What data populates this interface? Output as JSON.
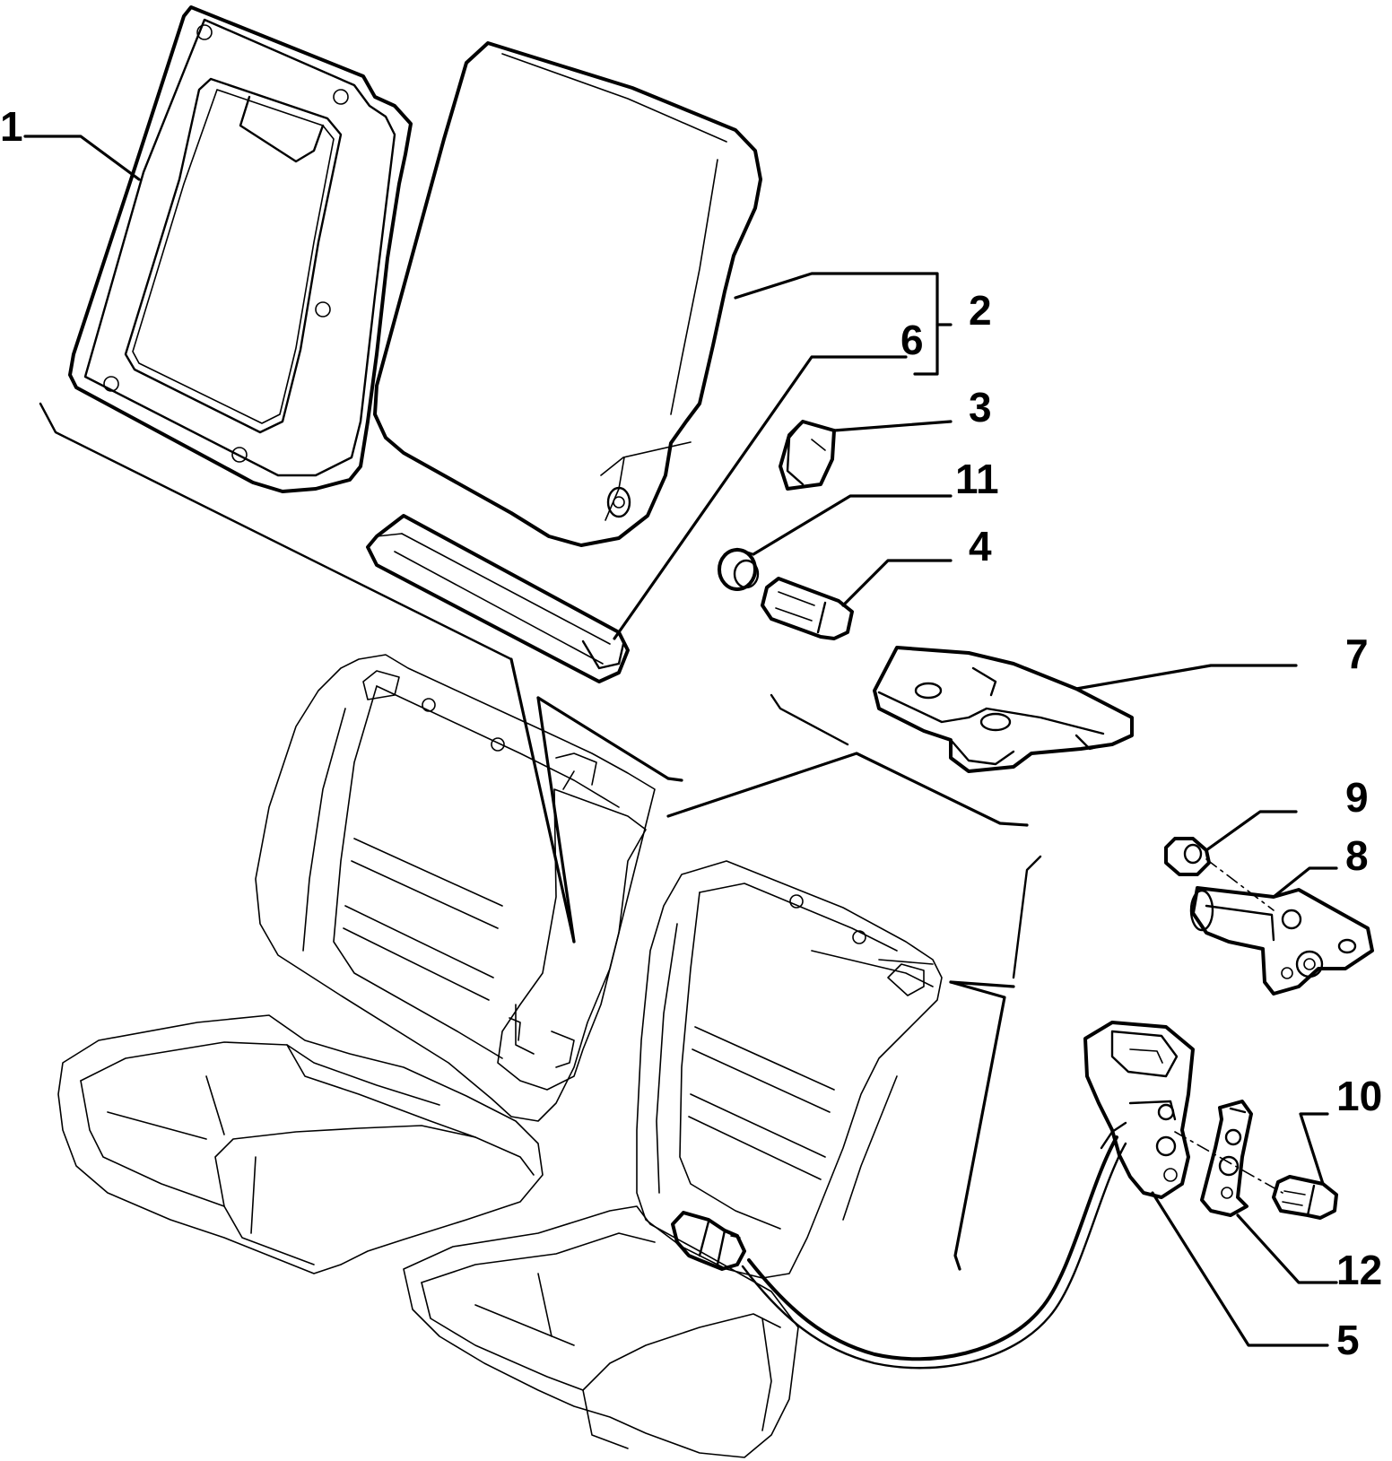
{
  "callouts": {
    "c1": "1",
    "c2": "2",
    "c3": "3",
    "c4": "4",
    "c5": "5",
    "c6": "6",
    "c7": "7",
    "c8": "8",
    "c9": "9",
    "c10": "10",
    "c11": "11",
    "c12": "12"
  }
}
